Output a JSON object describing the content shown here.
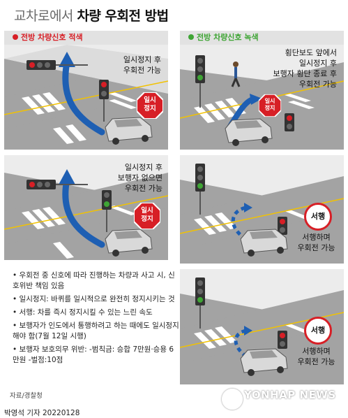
{
  "title": {
    "light": "교차로에서",
    "bold": "차량 우회전 방법"
  },
  "left_header": {
    "label": "전방 차량신호 적색",
    "color": "#d71f26"
  },
  "right_header": {
    "label": "전방 차량신호 녹색",
    "color": "#3fa535"
  },
  "panel1": {
    "note_lines": [
      "일시정지 후",
      "우회전 가능"
    ],
    "sign_lines": [
      "일시",
      "정지"
    ]
  },
  "panel2": {
    "note_lines": [
      "일시정지 후",
      "보행자 없으면",
      "우회전 가능"
    ],
    "sign_lines": [
      "일시",
      "정지"
    ]
  },
  "panel3": {
    "note_lines": [
      "횡단보도 앞에서",
      "일시정지 후",
      "보행자 횡단 종료 후",
      "우회전 가능"
    ],
    "sign_lines": [
      "일시",
      "정지"
    ]
  },
  "panel4": {
    "sign": "서행",
    "note_lines": [
      "서행하며",
      "우회전 가능"
    ]
  },
  "panel5": {
    "sign": "서행",
    "note_lines": [
      "서행하며",
      "우회전 가능"
    ]
  },
  "notes": [
    "우회전 중 신호에 따라 진행하는 차량과 사고 시, 신호위반 책임 있음",
    "일시정지: 바퀴를 일시적으로 완전히 정지시키는 것",
    "서행: 차를 즉시 정지시킬 수 있는 느린 속도",
    "보행자가 인도에서 통행하려고 하는 때에도 일시정지 해야 함(7월 12일 시행)",
    "보행자 보호의무 위반: -범칙금: 승합 7만원·승용 6만원 -벌점:10점"
  ],
  "source": "자료/경찰청",
  "byline": "박영석 기자  20220128",
  "watermark": "YONHAP NEWS",
  "colors": {
    "red": "#d71f26",
    "green": "#3fa535",
    "blue_arrow": "#1e5fb3",
    "road": "#9b9b9b"
  }
}
